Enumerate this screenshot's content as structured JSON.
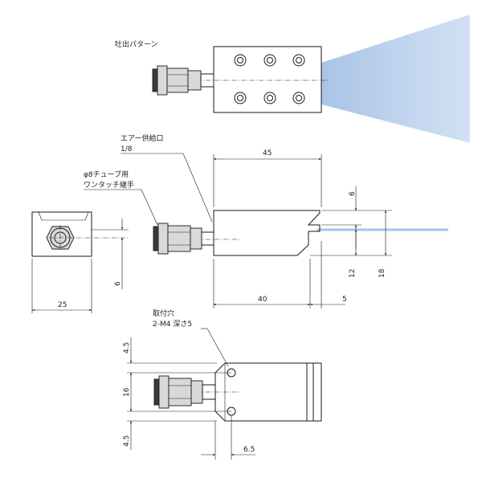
{
  "labels": {
    "pattern_title": "吐出パターン",
    "air_supply_line1": "エアー供給口",
    "air_supply_line2": "1/8",
    "fitting_line1": "φ8チューブ用",
    "fitting_line2": "ワンタッチ継手",
    "mount_line1": "取付穴",
    "mount_line2": "2-M4 深さ5"
  },
  "dimensions": {
    "overall_length": "45",
    "body_length": "40",
    "nozzle_overhang": "5",
    "slit_offset": "6",
    "slit_to_bottom": "12",
    "body_height": "18",
    "end_width": "25",
    "end_offset": "6",
    "hole_top": "4.5",
    "hole_pitch": "16",
    "hole_bottom": "4.5",
    "hole_edge": "6.5"
  },
  "colors": {
    "spray_start": "#a9c4e6",
    "spray_end": "#c8daf2",
    "jet_line": "#a9c4e6"
  }
}
